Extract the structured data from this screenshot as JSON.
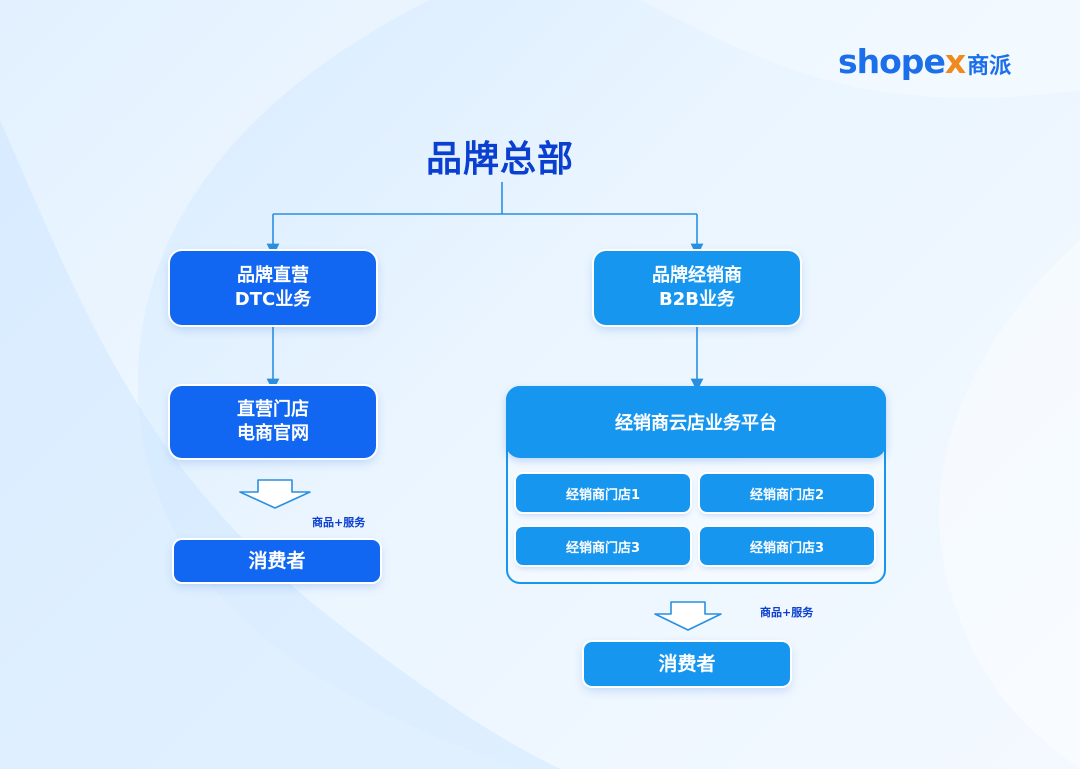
{
  "logo": {
    "latin_a": "shop",
    "latin_b": "e",
    "latin_x": "x",
    "chinese": "商派"
  },
  "title": "品牌总部",
  "left_branch": {
    "business": {
      "line1": "品牌直营",
      "line2": "DTC业务"
    },
    "channel": {
      "line1": "直营门店",
      "line2": "电商官网"
    },
    "flow_label": "商品+服务",
    "consumer": "消费者"
  },
  "right_branch": {
    "business": {
      "line1": "品牌经销商",
      "line2": "B2B业务"
    },
    "platform": {
      "title": "经销商云店业务平台",
      "stores": [
        "经销商门店1",
        "经销商门店2",
        "经销商门店3",
        "经销商门店3"
      ]
    },
    "flow_label": "商品+服务",
    "consumer": "消费者"
  },
  "colors": {
    "title": "#0a3fcf",
    "box_dark": "#1166f2",
    "box_light": "#1796f0",
    "connector": "#2a8fe0",
    "logo_blue": "#1b6fe8",
    "logo_orange": "#f08a1c"
  }
}
